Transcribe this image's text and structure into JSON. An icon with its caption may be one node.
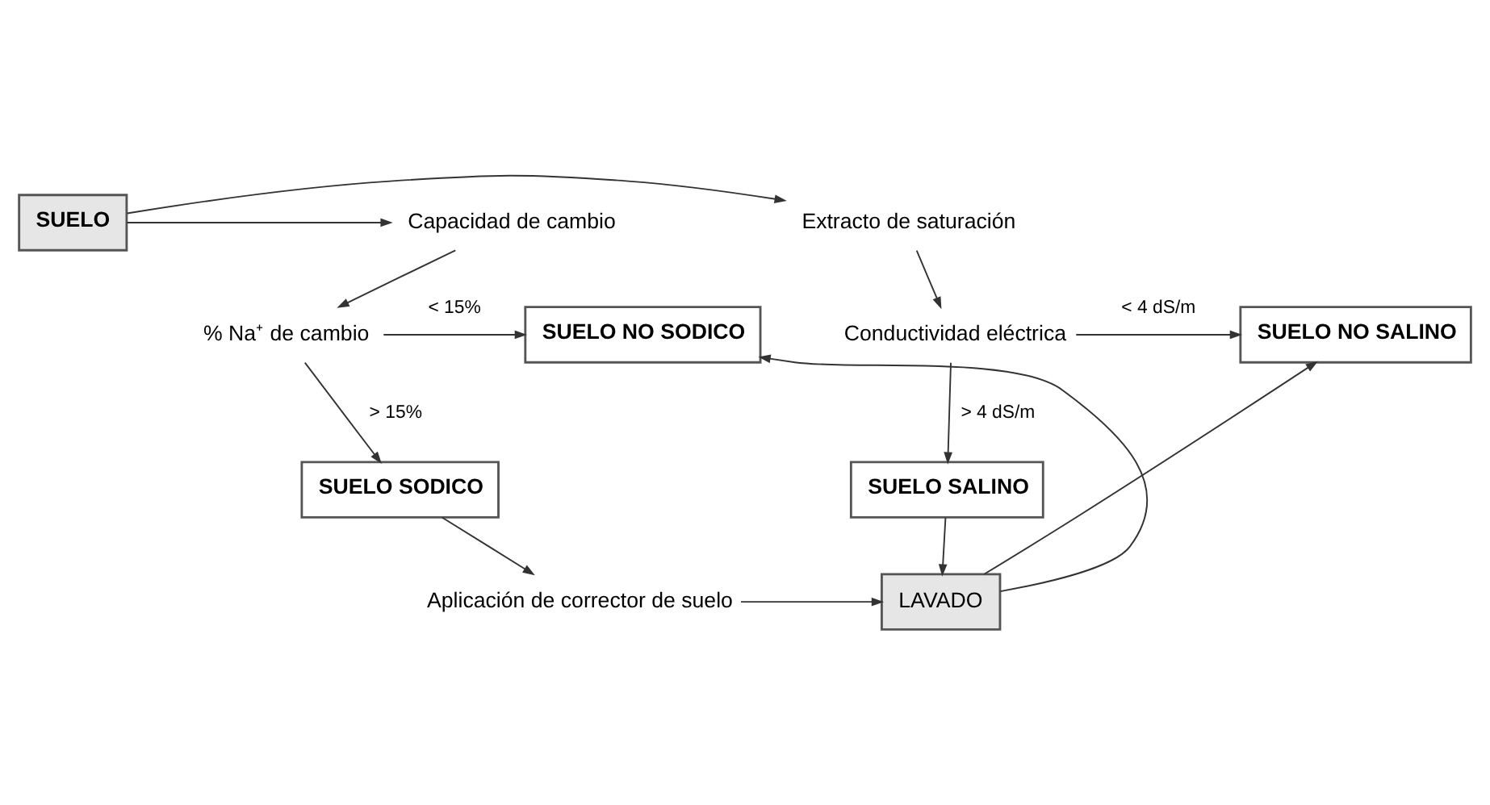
{
  "diagram": {
    "nodes": [
      {
        "text": [
          "SUELO"
        ]
      },
      {
        "text": [
          "Capacidad de cambio"
        ]
      },
      {
        "text": [
          "Extracto de saturación"
        ]
      },
      {
        "text": [
          "% Na⁺ de cambio"
        ]
      },
      {
        "text": [
          "SUELO NO SODICO"
        ]
      },
      {
        "text": [
          "SUELO NO SALINO"
        ]
      },
      {
        "text": [
          "Conductividad eléctrica"
        ]
      },
      {
        "text": [
          "SUELO SODICO"
        ]
      },
      {
        "text": [
          "SUELO SALINO"
        ]
      },
      {
        "text": [
          "Aplicación de corrector de suelo"
        ]
      },
      {
        "text": [
          "LAVADO"
        ]
      }
    ],
    "edges": [
      {
        "from": 0,
        "to": 1,
        "arrow": "to"
      },
      {
        "from": 0,
        "to": 2,
        "arrow": "to"
      },
      {
        "from": 1,
        "to": 3,
        "arrow": "to"
      },
      {
        "from": 2,
        "to": 6,
        "arrow": "to"
      },
      {
        "from": 3,
        "to": 4,
        "arrow": "to",
        "label": "< 15%"
      },
      {
        "from": 6,
        "to": 5,
        "arrow": "to",
        "label": "< 4 dS/m"
      },
      {
        "from": 3,
        "to": 7,
        "arrow": "to",
        "label": "> 15%"
      },
      {
        "from": 6,
        "to": 8,
        "arrow": "to",
        "label": "> 4 dS/m"
      },
      {
        "from": 7,
        "to": 9,
        "arrow": "to"
      },
      {
        "from": 9,
        "to": 10,
        "arrow": "to"
      },
      {
        "from": 8,
        "to": 10,
        "arrow": "to"
      },
      {
        "from": 10,
        "to": 4,
        "arrow": "to"
      },
      {
        "from": 10,
        "to": 5,
        "arrow": "to"
      }
    ]
  }
}
